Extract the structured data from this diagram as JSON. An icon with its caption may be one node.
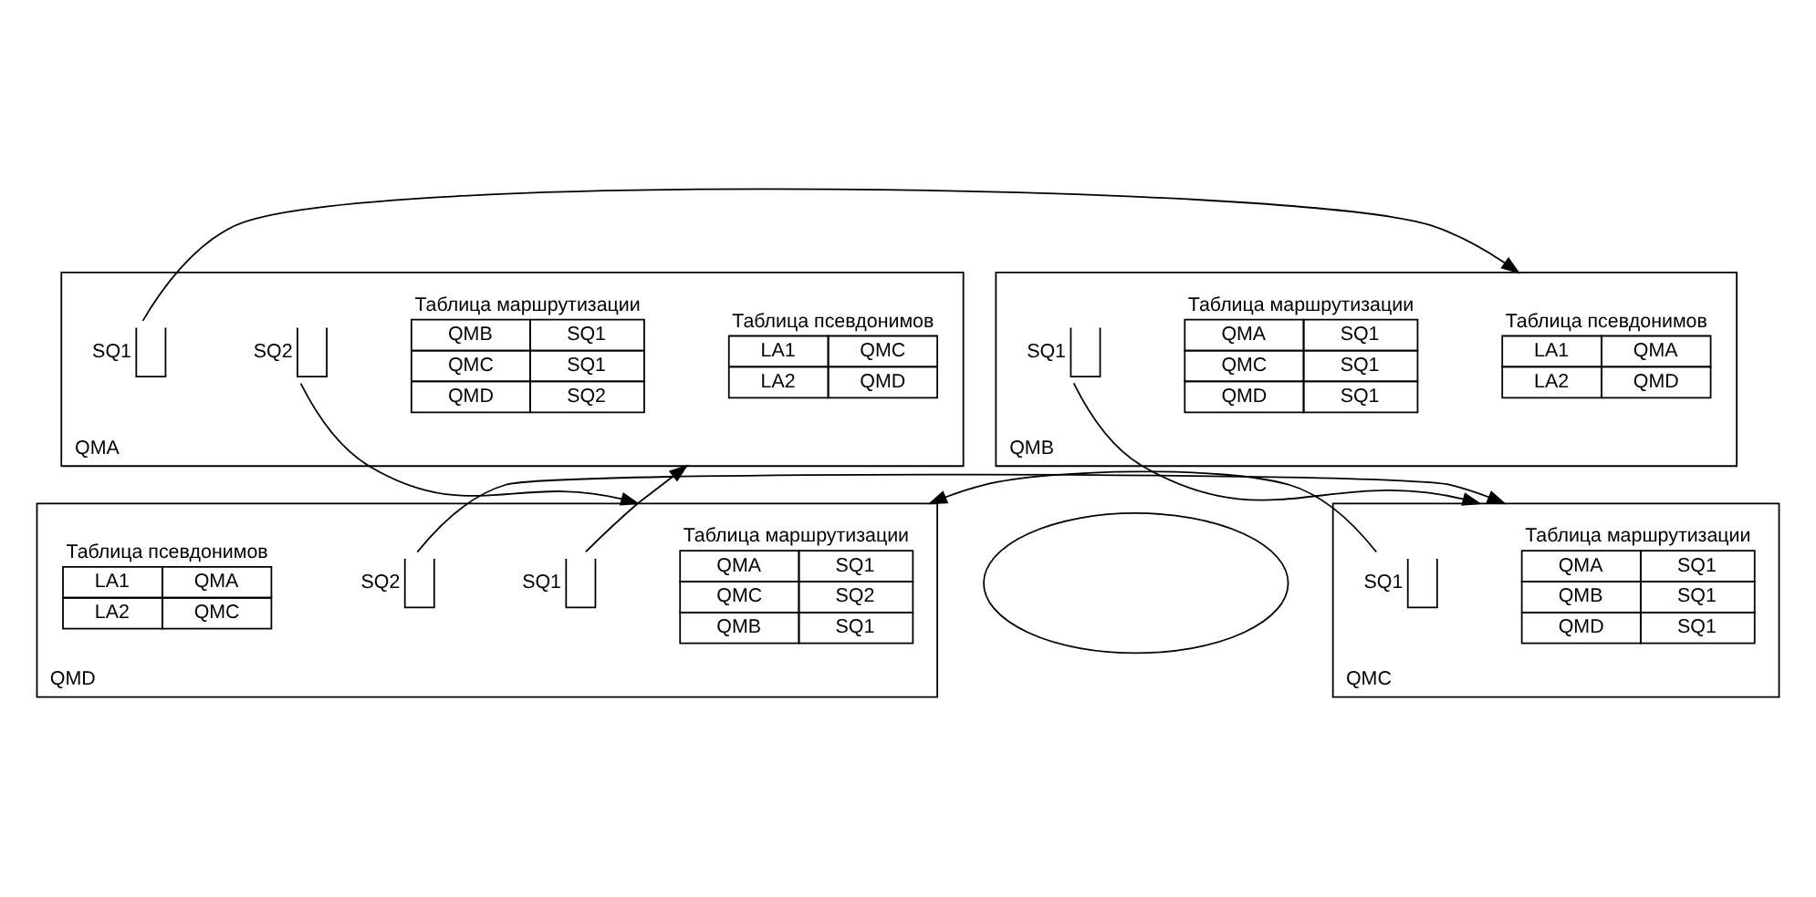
{
  "diagram": {
    "nodes": [
      {
        "text": [
          "QMA"
        ]
      },
      {
        "text": [
          "Таблица псевдонимов",
          "LA1",
          "QMC",
          "LA2",
          "QMD"
        ],
        "in": 0
      },
      {
        "text": [
          "Таблица маршрутизации",
          "QMB",
          "SQ1",
          "QMC",
          "SQ1",
          "QMD",
          "SQ2"
        ],
        "in": 0
      },
      {
        "text": [
          "SQ2"
        ],
        "in": 0
      },
      {
        "text": [
          "SQ1"
        ],
        "in": 0
      },
      {
        "text": [
          "QMB"
        ]
      },
      {
        "text": [
          "Таблица псевдонимов",
          "LA1",
          "QMA",
          "LA2",
          "QMD"
        ],
        "in": 5
      },
      {
        "text": [
          "Таблица маршрутизации",
          "QMA",
          "SQ1",
          "QMC",
          "SQ1",
          "QMD",
          "SQ1"
        ],
        "in": 5
      },
      {
        "text": [
          "SQ1"
        ],
        "in": 5
      },
      {
        "text": [
          "QMD"
        ]
      },
      {
        "text": [
          "Таблица маршрутизации",
          "QMA",
          "SQ1",
          "QMC",
          "SQ2",
          "QMB",
          "SQ1"
        ],
        "in": 9
      },
      {
        "text": [
          "SQ1"
        ],
        "in": 9
      },
      {
        "text": [
          "SQ2"
        ],
        "in": 9
      },
      {
        "text": [
          "Таблица псевдонимов",
          "LA1",
          "QMA",
          "LA2",
          "QMC"
        ],
        "in": 9
      },
      {
        "text": [],
        "shape": "cloud"
      },
      {
        "text": [
          "QMC"
        ]
      },
      {
        "text": [
          "Таблица маршрутизации",
          "QMA",
          "SQ1",
          "QMB",
          "SQ1",
          "QMD",
          "SQ1"
        ],
        "in": 15
      },
      {
        "text": [
          "SQ1"
        ],
        "in": 15
      }
    ],
    "edges": [
      {
        "from": 3,
        "to": 9,
        "arrow": "to"
      },
      {
        "from": 11,
        "to": 0,
        "arrow": "to"
      },
      {
        "from": 4,
        "to": 5,
        "arrow": "to"
      },
      {
        "from": 8,
        "to": 15,
        "arrow": "to"
      },
      {
        "from": 12,
        "to": 15,
        "arrow": "to"
      },
      {
        "from": 17,
        "to": 9,
        "arrow": "to"
      }
    ]
  }
}
